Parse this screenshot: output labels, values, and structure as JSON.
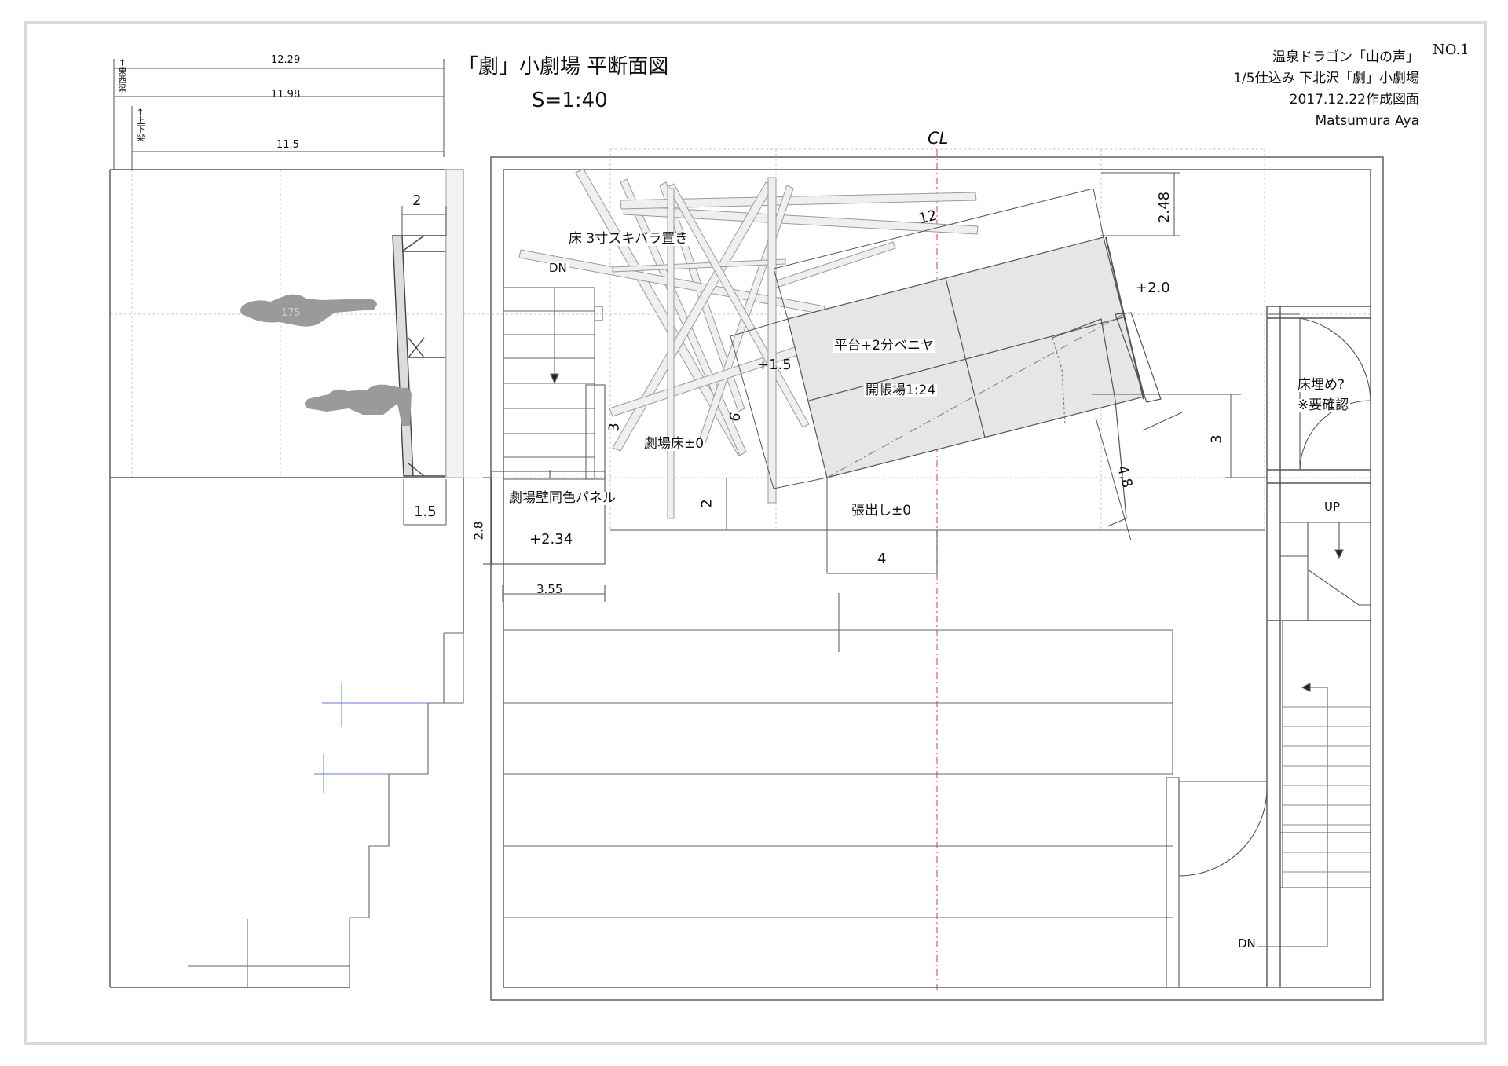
{
  "title": {
    "line1": "「劇」小劇場 平断面図",
    "line2": "S=1:40"
  },
  "sheet_number": "NO.1",
  "header_info": {
    "line1": "温泉ドラゴン「山の声」",
    "line2": "1/5仕込み 下北沢「劇」小劇場",
    "line3": "2017.12.22作成図面",
    "line4": "Matsumura Aya"
  },
  "centerline": "CL",
  "top_dims": {
    "d1": "12.29",
    "d2": "11.98",
    "d3": "11.5",
    "beam1": "←東西梁",
    "beam2": "←上下梁"
  },
  "labels": {
    "floor_timber": "床 3寸スキバラ置き",
    "dn_left": "DN",
    "platform": "平台+2分ベニヤ",
    "open_area": "開帳場1:24",
    "stage_floor": "劇場床±0",
    "wall_panel": "劇場壁同色パネル",
    "apron": "張出し±0",
    "fill_floor": "床埋め?",
    "confirm": "※要確認",
    "up": "UP",
    "dn_bottom": "DN",
    "figure_height": "175"
  },
  "dimensions": {
    "gallery_top": "2",
    "gallery_bottom": "1.5",
    "left_box_height": "2.8",
    "left_box_level": "+2.34",
    "left_box_width": "3.55",
    "platform_length": "12",
    "platform_depth": "2.48",
    "level_high": "+2.0",
    "level_mid": "+1.5",
    "diag_6": "6",
    "step_3": "3",
    "apron_depth": "2",
    "apron_width": "4",
    "right_3": "3",
    "ramp_48": "4.8"
  },
  "colors": {
    "line": "#555555",
    "light_line": "#bbbbbb",
    "platform_fill": "#e6e6e6",
    "timber_fill": "#eeeeee",
    "centerline": "#e06060",
    "frame": "#d9d9d9",
    "figure": "#9a9a9a",
    "blue_mark": "#6a7adf"
  }
}
